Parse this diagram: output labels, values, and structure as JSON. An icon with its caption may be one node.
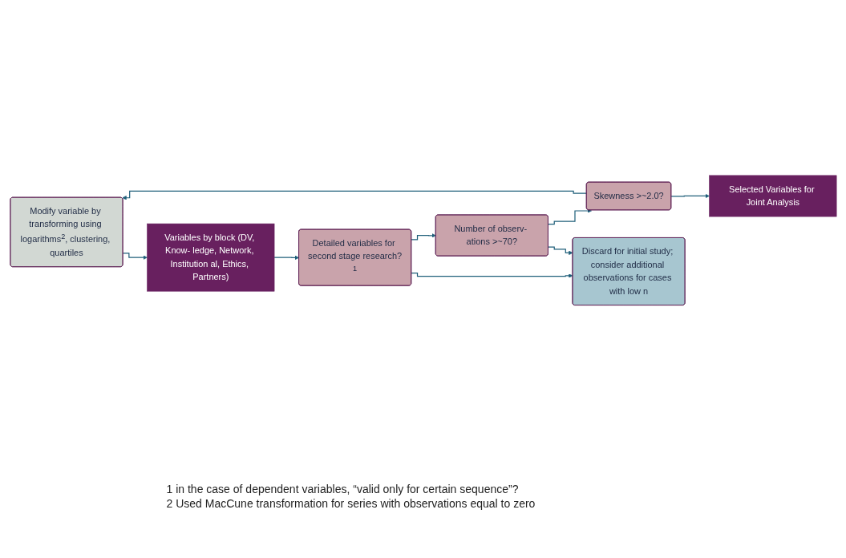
{
  "diagram": {
    "nodes": [
      {
        "text": [
          "Modify variable by transforming using logarithms$^{2}$, clustering, quartiles"
        ]
      },
      {
        "text": [
          "Variables by block (DV, Know- ledge, Network, Institution al, Ethics, Partners)"
        ]
      },
      {
        "text": [
          "Detailed variables for second stage research?$^{1}$"
        ]
      },
      {
        "text": [
          "Number of observ- ations >~70?"
        ]
      },
      {
        "text": [
          "Skewness >~2.0?"
        ]
      },
      {
        "text": [
          "Selected Variables for Joint Analysis"
        ]
      },
      {
        "text": [
          "Discard for initial study; consider additional observations for cases with low n"
        ]
      }
    ],
    "edges": [
      {
        "from": 0,
        "to": 1,
        "arrow": "to"
      },
      {
        "from": 1,
        "to": 2,
        "arrow": "to"
      },
      {
        "from": 2,
        "to": 3,
        "arrow": "to"
      },
      {
        "from": 3,
        "to": 4,
        "arrow": "to"
      },
      {
        "from": 4,
        "to": 5,
        "arrow": "to"
      },
      {
        "from": 4,
        "to": 0,
        "arrow": "to"
      },
      {
        "from": 2,
        "to": 6,
        "arrow": "to"
      },
      {
        "from": 3,
        "to": 6,
        "arrow": "to"
      }
    ],
    "labels": [
      "1 in the case of dependent variables, “valid only for certain sequence”?",
      "2 Used MacCune transformation for series with observations equal to zero"
    ]
  }
}
